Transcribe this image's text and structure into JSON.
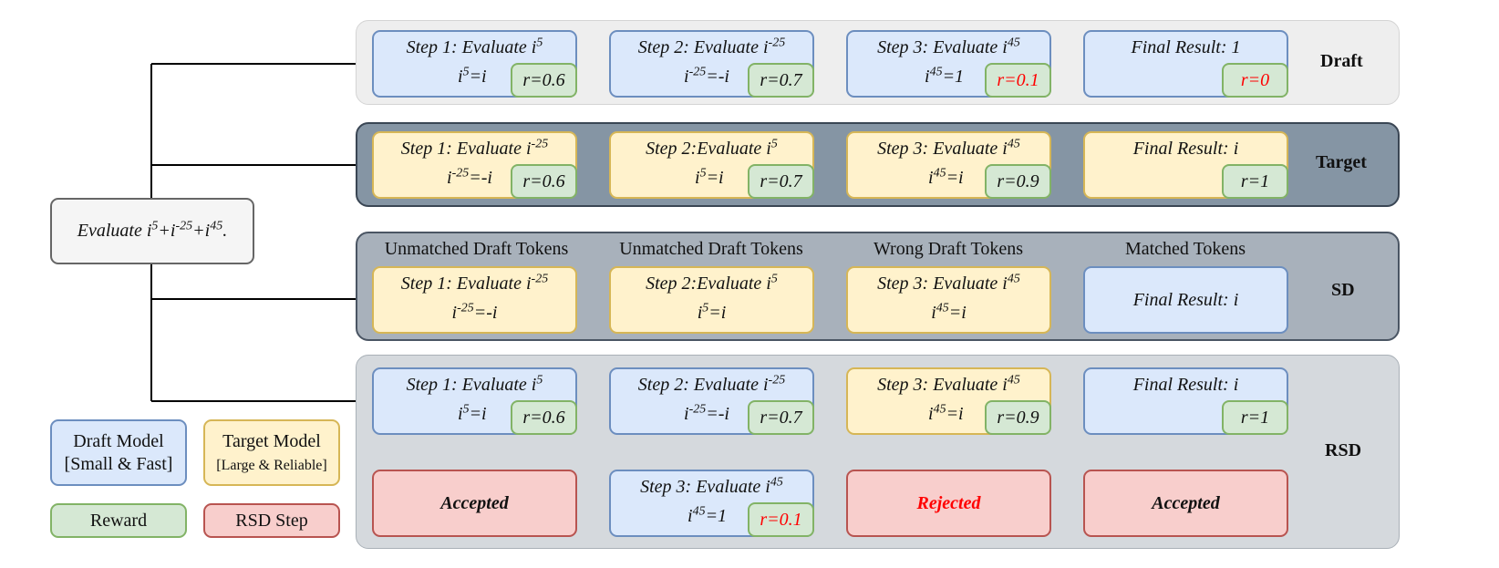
{
  "question": "Evaluate i^5+i^-25+i^45.",
  "rows": {
    "draft": {
      "label": "Draft",
      "steps": [
        {
          "title": "Step 1: Evaluate i^5",
          "result": "i^5=i",
          "reward": "r=0.6"
        },
        {
          "title": "Step 2: Evaluate i^-25",
          "result": "i^-25=-i",
          "reward": "r=0.7"
        },
        {
          "title": "Step 3: Evaluate i^45",
          "result": "i^45=1",
          "reward": "r=0.1"
        },
        {
          "title": "Final Result: 1",
          "result": "",
          "reward": "r=0"
        }
      ]
    },
    "target": {
      "label": "Target",
      "steps": [
        {
          "title": "Step 1: Evaluate i^-25",
          "result": "i^-25=-i",
          "reward": "r=0.6"
        },
        {
          "title": "Step 2:Evaluate i^5",
          "result": "i^5=i",
          "reward": "r=0.7"
        },
        {
          "title": "Step 3: Evaluate i^45",
          "result": "i^45=i",
          "reward": "r=0.9"
        },
        {
          "title": "Final Result: i",
          "result": "",
          "reward": "r=1"
        }
      ]
    },
    "sd": {
      "label": "SD",
      "headers": [
        "Unmatched Draft Tokens",
        "Unmatched Draft Tokens",
        "Wrong Draft Tokens",
        "Matched Tokens"
      ],
      "steps": [
        {
          "title": "Step 1: Evaluate i^-25",
          "result": "i^-25=-i"
        },
        {
          "title": "Step 2:Evaluate i^5",
          "result": "i^5=i"
        },
        {
          "title": "Step 3: Evaluate i^45",
          "result": "i^45=i"
        },
        {
          "title": "Final Result: i",
          "result": ""
        }
      ]
    },
    "rsd": {
      "label": "RSD",
      "steps": [
        {
          "title": "Step 1: Evaluate i^5",
          "result": "i^5=i",
          "reward": "r=0.6"
        },
        {
          "title": "Step 2: Evaluate i^-25",
          "result": "i^-25=-i",
          "reward": "r=0.7"
        },
        {
          "title": "Step 3: Evaluate i^45",
          "result": "i^45=i",
          "reward": "r=0.9"
        },
        {
          "title": "Final Result: i",
          "result": "",
          "reward": "r=1"
        }
      ],
      "redraft": {
        "title": "Step 3: Evaluate i^45",
        "result": "i^45=1",
        "reward": "r=0.1"
      },
      "statuses": [
        "Accepted",
        "Rejected",
        "Accepted"
      ]
    }
  },
  "legend": {
    "draft_model": [
      "Draft Model",
      "[Small & Fast]"
    ],
    "target_model": [
      "Target Model",
      "[Large & Reliable]"
    ],
    "reward": "Reward",
    "rsd_step": "RSD Step"
  },
  "colors": {
    "draft_fill": "#dbe8fb",
    "draft_stroke": "#6c8ebf",
    "target_fill": "#fff2cc",
    "target_stroke": "#d6b656",
    "reward_fill": "#d5e8d4",
    "reward_stroke": "#82b366",
    "rsd_fill": "#f8cecc",
    "rsd_stroke": "#b85450",
    "bad_reward_text": "#ff0000"
  }
}
